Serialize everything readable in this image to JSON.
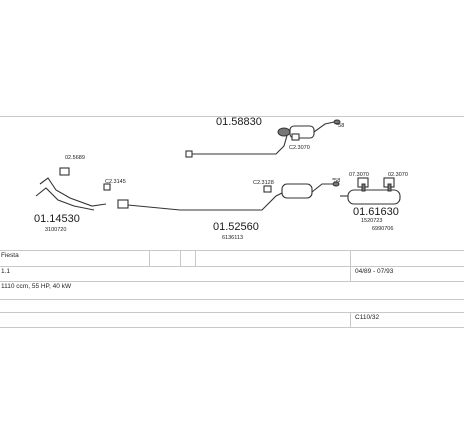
{
  "parts": [
    {
      "id": "p1",
      "code": "01.58830",
      "size": "big"
    },
    {
      "id": "p2",
      "code": "C2.3070",
      "size": "small"
    },
    {
      "id": "p3",
      "code": "*58",
      "size": "small"
    },
    {
      "id": "p4",
      "code": "02.5689",
      "size": "small"
    },
    {
      "id": "p5",
      "code": "C2.3145",
      "size": "small"
    },
    {
      "id": "p6",
      "code": "C2.3128",
      "size": "small"
    },
    {
      "id": "p7",
      "code": "*58",
      "size": "small"
    },
    {
      "id": "p8",
      "code": "07.3070",
      "size": "small"
    },
    {
      "id": "p9",
      "code": "02.3070",
      "size": "small"
    },
    {
      "id": "p10",
      "code": "01.61630",
      "size": "big"
    },
    {
      "id": "p11",
      "code": "1520723",
      "size": "small"
    },
    {
      "id": "p12",
      "code": "6990706",
      "size": "small"
    },
    {
      "id": "p13",
      "code": "01.14530",
      "size": "big"
    },
    {
      "id": "p14",
      "code": "3100720",
      "size": "small"
    },
    {
      "id": "p15",
      "code": "01.52560",
      "size": "big"
    },
    {
      "id": "p16",
      "code": "6136113",
      "size": "small"
    }
  ],
  "info": {
    "model": "Fiesta",
    "variant": "1.1",
    "date_range": "04/89 - 07/93",
    "engine": "1110 ccm, 55 HP, 40 kW",
    "code": "C110/32"
  }
}
